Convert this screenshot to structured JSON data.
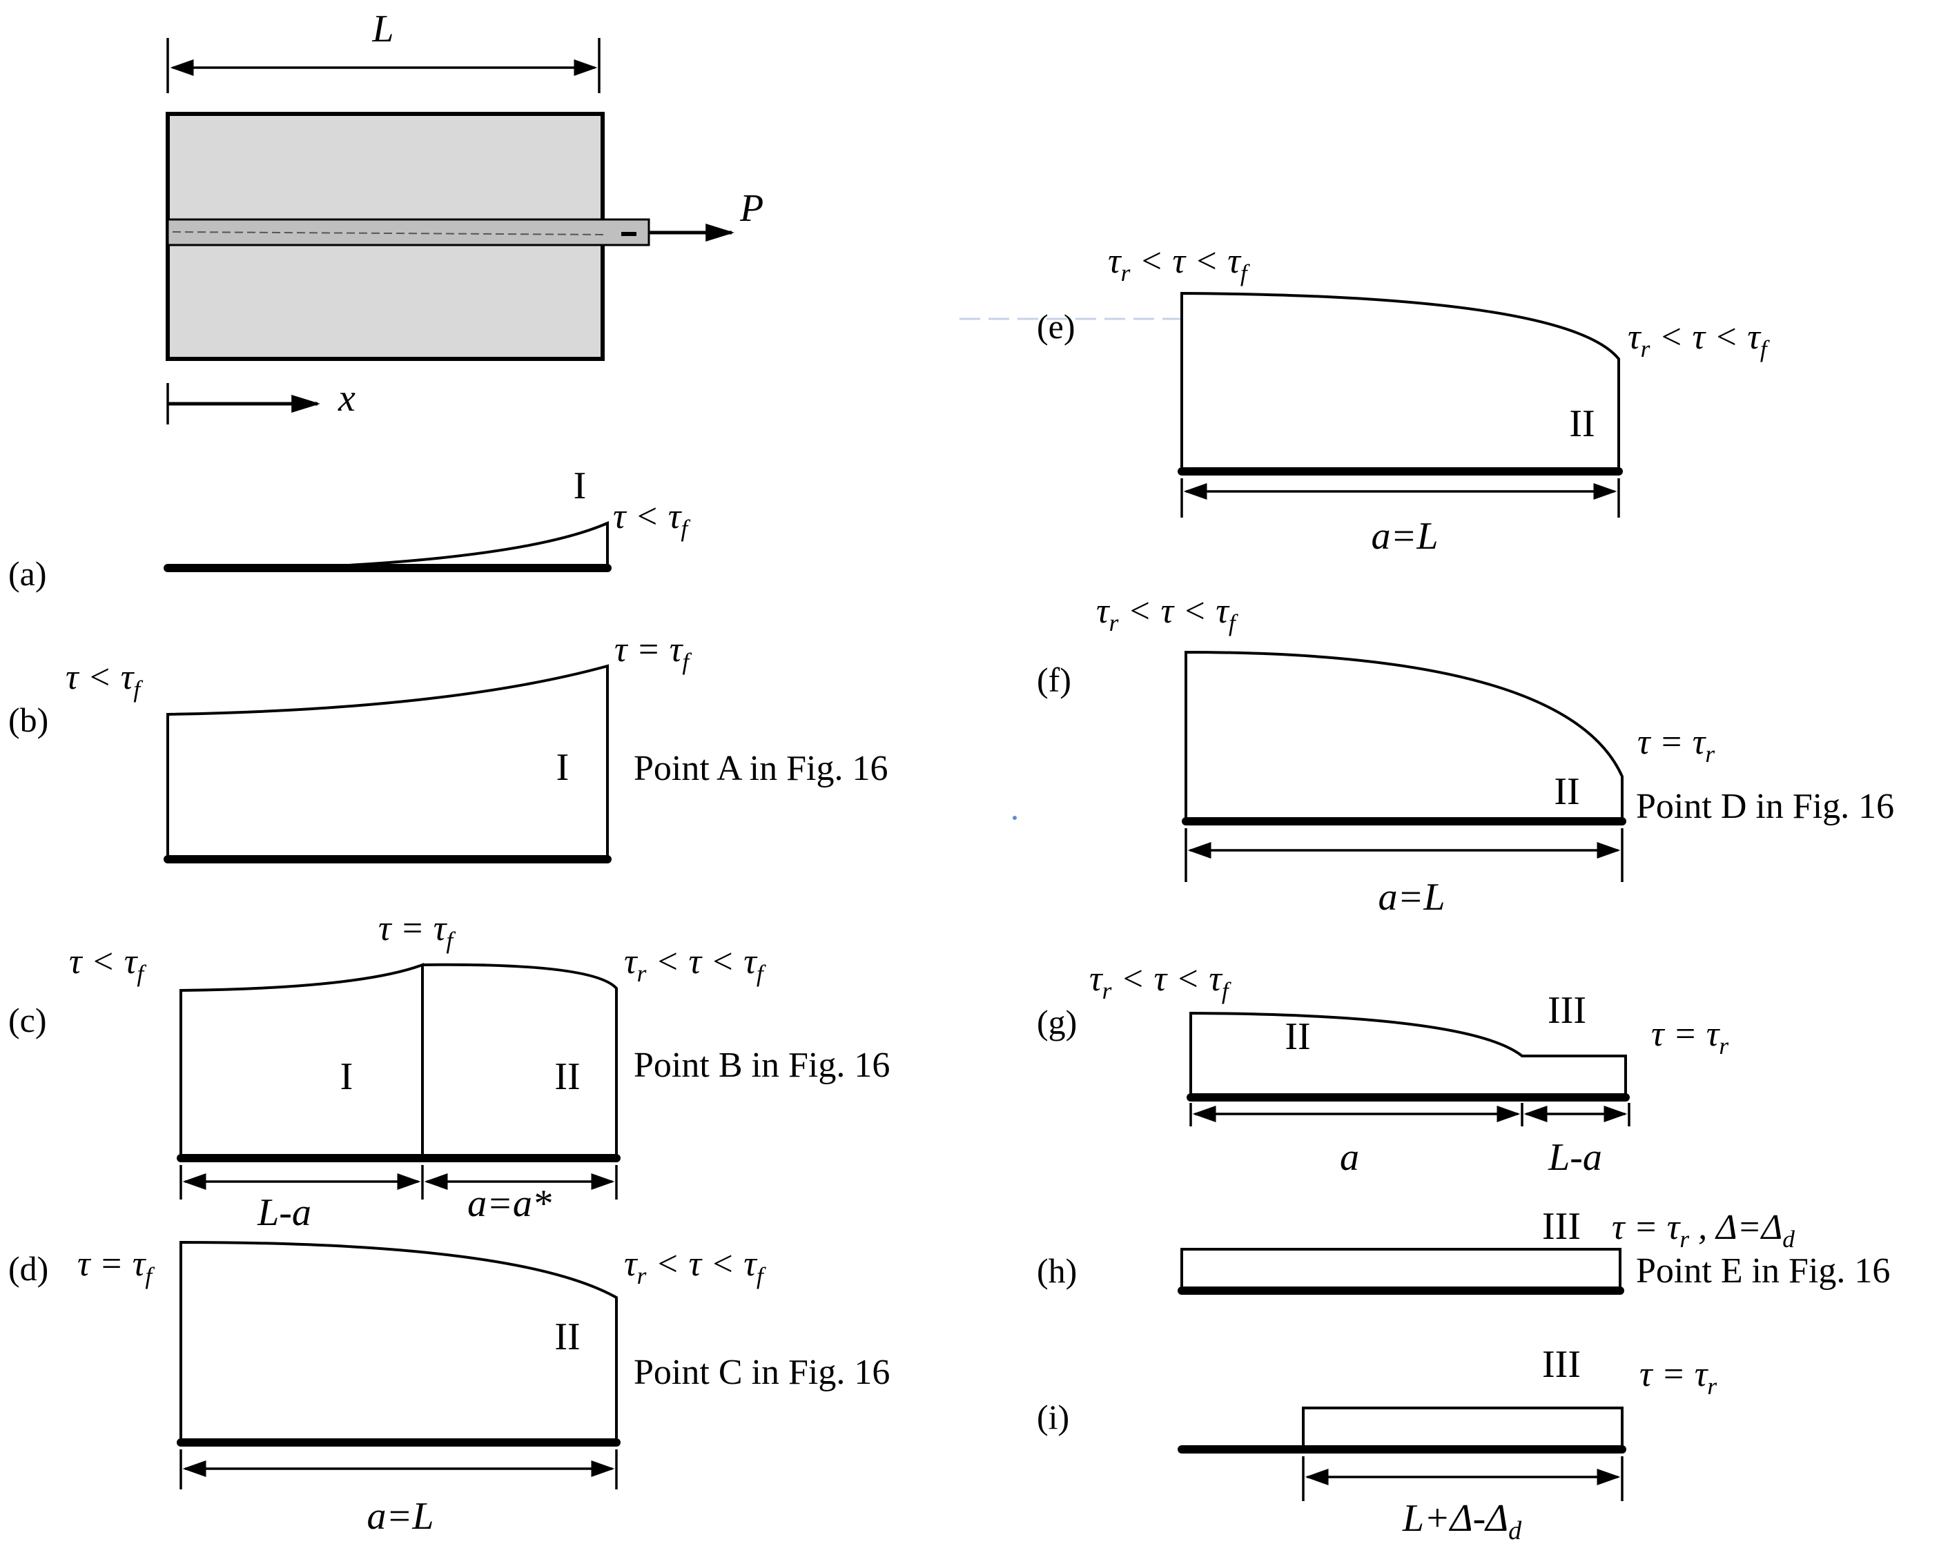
{
  "top_figure": {
    "length_label": "L",
    "force_label": "P",
    "axis_label": "x"
  },
  "panels": {
    "a": {
      "tag": "(a)",
      "region": "I",
      "stress_right": "τ < τf"
    },
    "b": {
      "tag": "(b)",
      "region": "I",
      "stress_left": "τ < τf",
      "stress_right": "τ = τf",
      "note": "Point A in Fig. 16"
    },
    "c": {
      "tag": "(c)",
      "region_left": "I",
      "region_right": "II",
      "stress_left": "τ < τf",
      "stress_mid": "τ = τf",
      "stress_right": "τr < τ < τf",
      "note": "Point B in Fig. 16",
      "dim_left": "L-a",
      "dim_right": "a=a*"
    },
    "d": {
      "tag": "(d)",
      "region": "II",
      "stress_left": "τ = τf",
      "stress_right": "τr < τ < τf",
      "note": "Point C in Fig. 16",
      "dim": "a=L"
    },
    "e": {
      "tag": "(e)",
      "region": "II",
      "stress_left": "τr < τ < τf",
      "stress_right": "τr < τ < τf",
      "dim": "a=L"
    },
    "f": {
      "tag": "(f)",
      "region": "II",
      "stress_left": "τr < τ < τf",
      "stress_right": "τ = τr",
      "note": "Point D in Fig. 16",
      "dim": "a=L"
    },
    "g": {
      "tag": "(g)",
      "region_left": "II",
      "region_right": "III",
      "stress_left": "τr < τ < τf",
      "stress_right": "τ = τr",
      "dim_left": "a",
      "dim_right": "L-a"
    },
    "h": {
      "tag": "(h)",
      "region": "III",
      "stress_right": "τ = τr , Δ=Δd",
      "note": "Point E in Fig. 16"
    },
    "i": {
      "tag": "(i)",
      "region": "III",
      "stress_right": "τ = τr",
      "dim": "L+Δ-Δd"
    }
  }
}
